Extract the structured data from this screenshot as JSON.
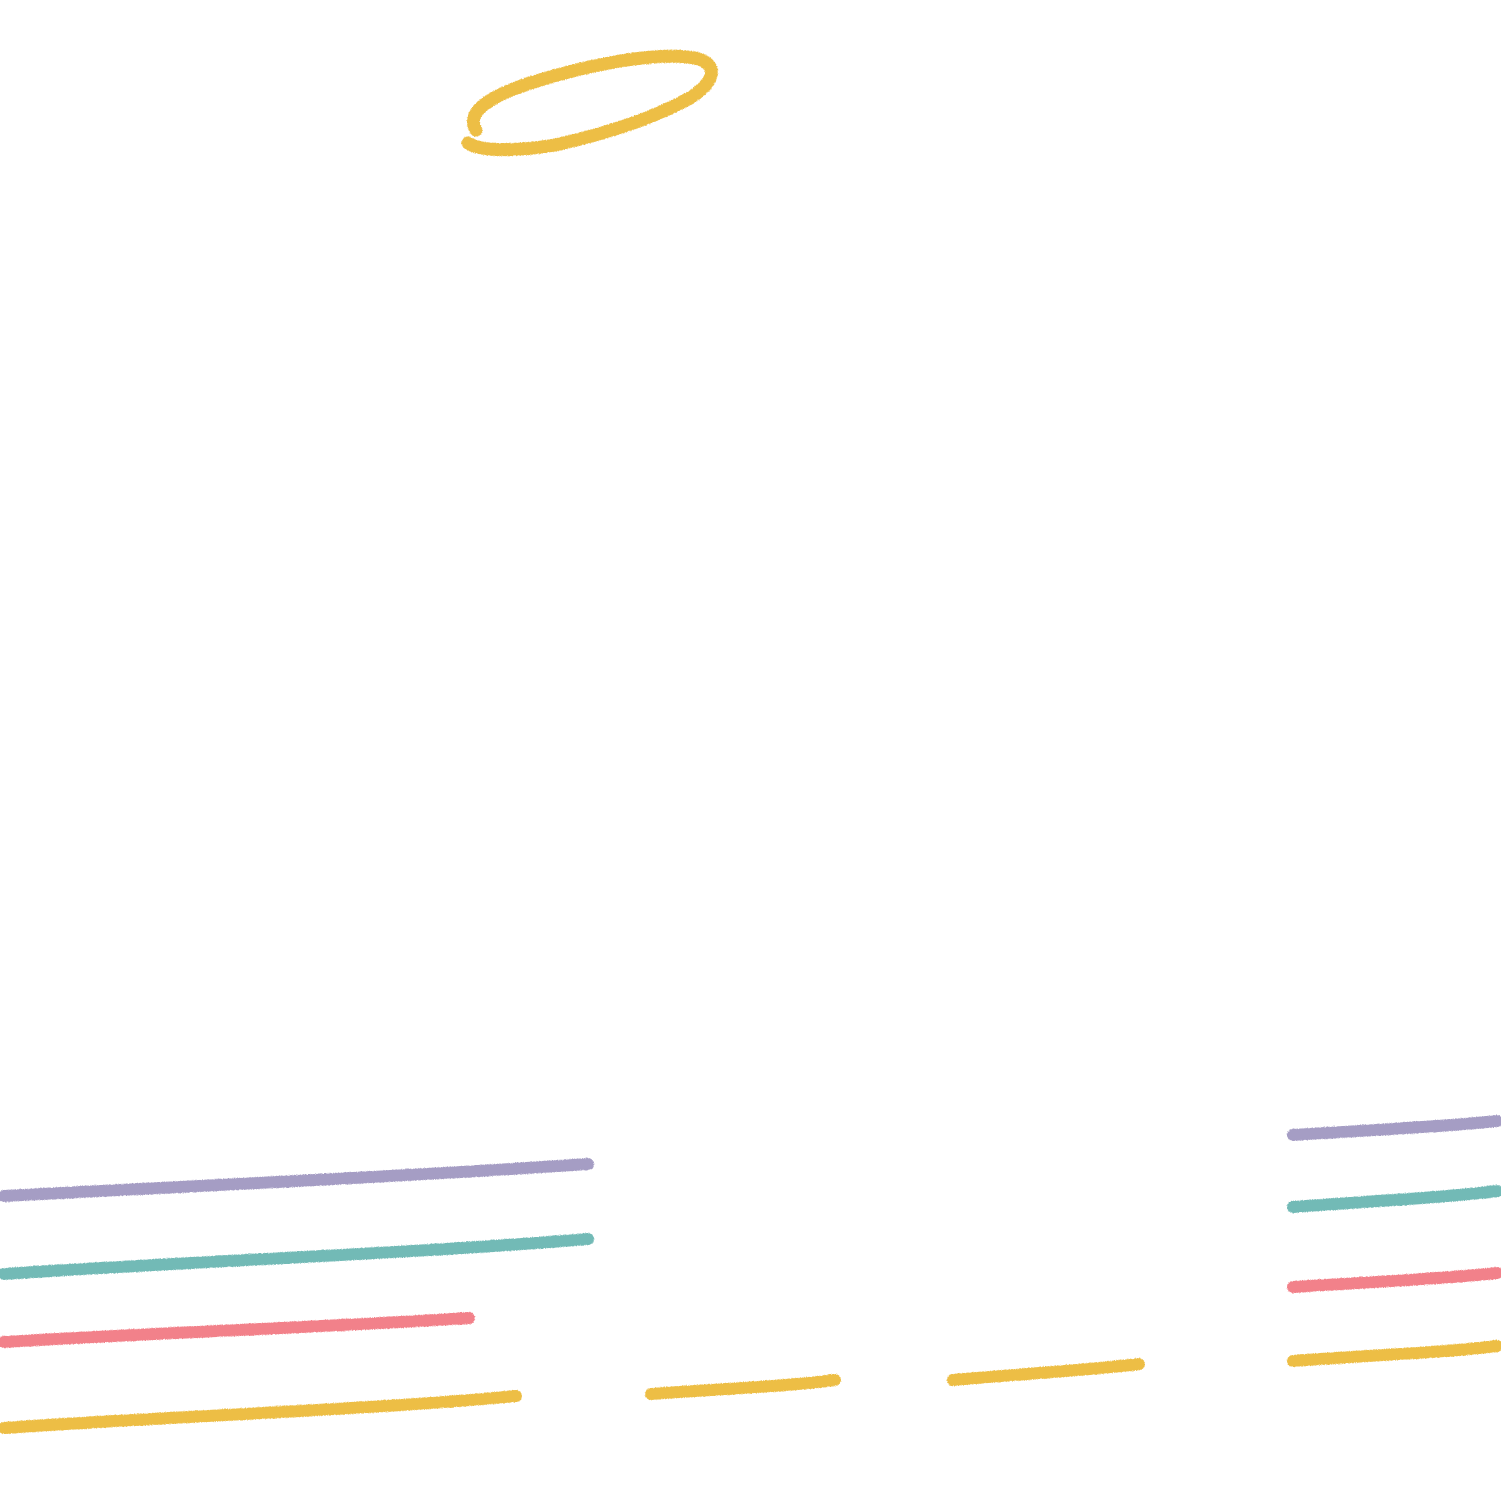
{
  "artwork": {
    "background_color": "#ffffff",
    "palette": {
      "yellow": "#EDBE44",
      "purple": "#A59DC4",
      "teal": "#72BAB6",
      "pink": "#F2818A"
    },
    "halo": {
      "icon": "halo-icon",
      "color": "yellow"
    },
    "stroke_groups": [
      {
        "name": "left-column",
        "strokes": [
          {
            "color": "purple"
          },
          {
            "color": "teal"
          },
          {
            "color": "pink"
          },
          {
            "color": "yellow"
          }
        ]
      },
      {
        "name": "middle-left",
        "strokes": [
          {
            "color": "yellow"
          }
        ]
      },
      {
        "name": "middle-right",
        "strokes": [
          {
            "color": "yellow"
          }
        ]
      },
      {
        "name": "right-column",
        "strokes": [
          {
            "color": "purple"
          },
          {
            "color": "teal"
          },
          {
            "color": "pink"
          },
          {
            "color": "yellow"
          }
        ]
      }
    ]
  }
}
